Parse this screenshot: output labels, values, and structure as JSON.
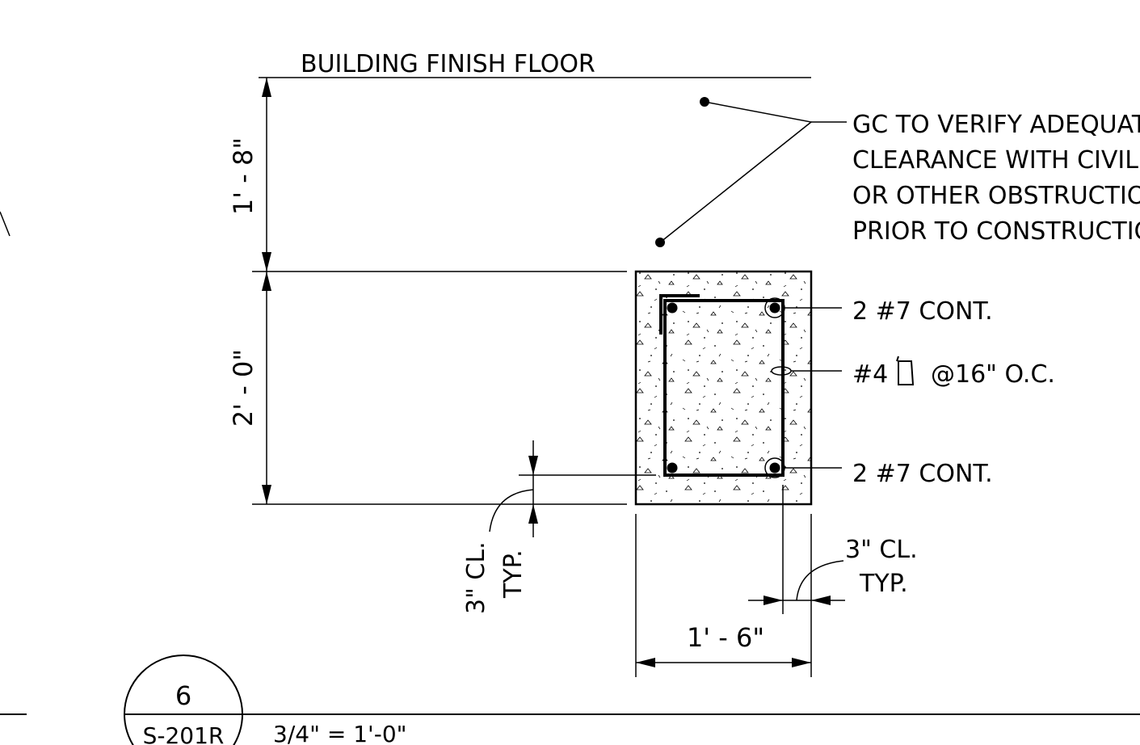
{
  "labels": {
    "finish_floor": "BUILDING FINISH FLOOR",
    "note_line1": "GC TO VERIFY ADEQUATE",
    "note_line2": "CLEARANCE WITH CIVIL",
    "note_line3": "OR OTHER OBSTRUCTIONS",
    "note_line4": "PRIOR TO CONSTRUCTION",
    "top_bars": "2 #7 CONT.",
    "stirrup": "#4",
    "stirrup_spacing": "@16\" O.C.",
    "bottom_bars": "2 #7 CONT.",
    "cover_left_1": "3\" CL.",
    "cover_left_2": "TYP.",
    "cover_right_1": "3\"  CL.",
    "cover_right_2": "TYP."
  },
  "dimensions": {
    "upper": "1' - 8\"",
    "lower": "2' - 0\"",
    "width": "1' - 6\""
  },
  "title_block": {
    "detail_number": "6",
    "sheet_ref": "S-201R",
    "scale": "3/4\" = 1'-0\""
  }
}
